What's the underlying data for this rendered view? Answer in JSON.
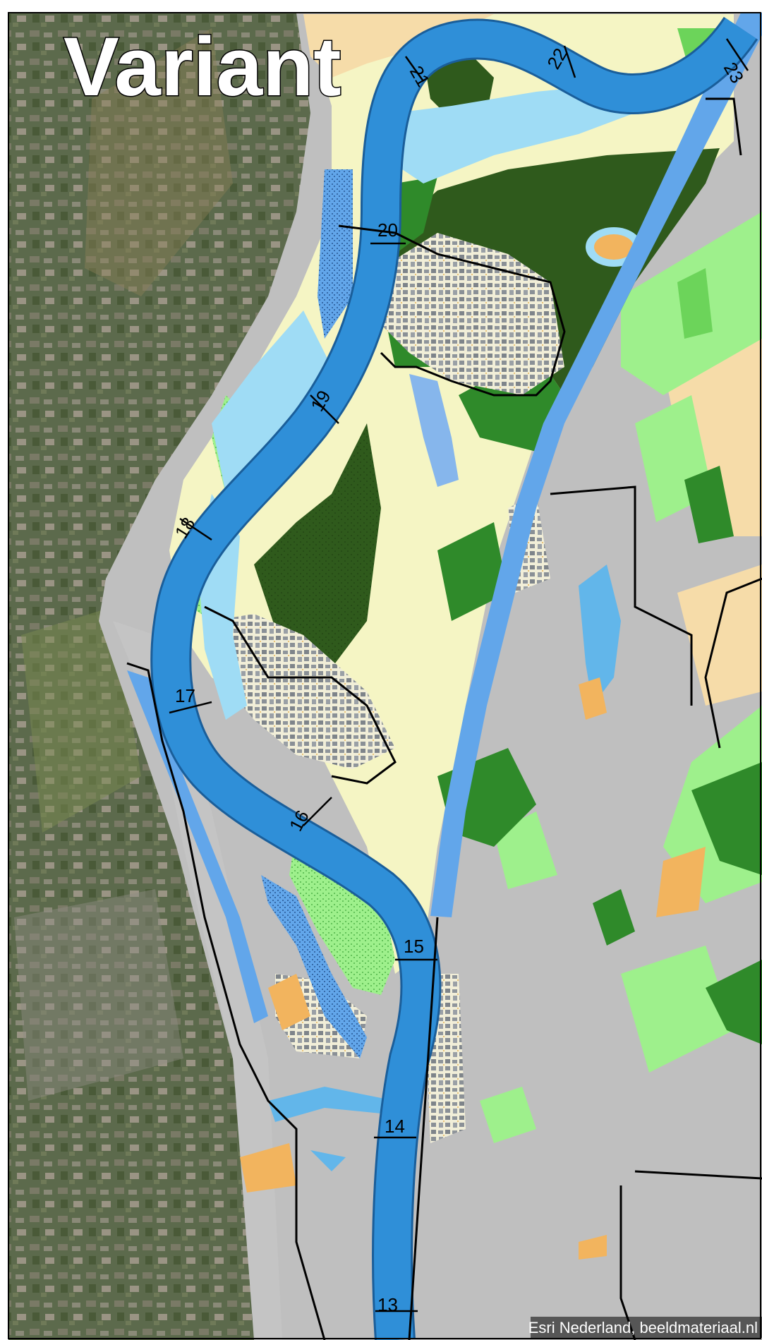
{
  "map": {
    "title": "Variant",
    "attribution": "Esri Nederland, beeldmateriaal.nl",
    "km_markers": [
      "13",
      "14",
      "15",
      "16",
      "17",
      "18",
      "19",
      "20",
      "21",
      "22",
      "23"
    ]
  },
  "colors": {
    "river": "#2f8fd8",
    "river_edge": "#1a5e9a",
    "side_channel": "#62b6ea",
    "floodplain_water": "#9fdcf5",
    "pond": "#86b6ec",
    "industrial": "#bfbfbf",
    "grassland": "#f5f5c4",
    "forest_dark": "#2f5a1c",
    "forest": "#2f8a2a",
    "meadow_light": "#9ef08c",
    "meadow": "#6cd45a",
    "agriculture": "#f6dca9",
    "sand": "#f2b45e",
    "urban": "#8f959b",
    "aerial_base": "#5c6a4c",
    "boundary": "#000000"
  }
}
